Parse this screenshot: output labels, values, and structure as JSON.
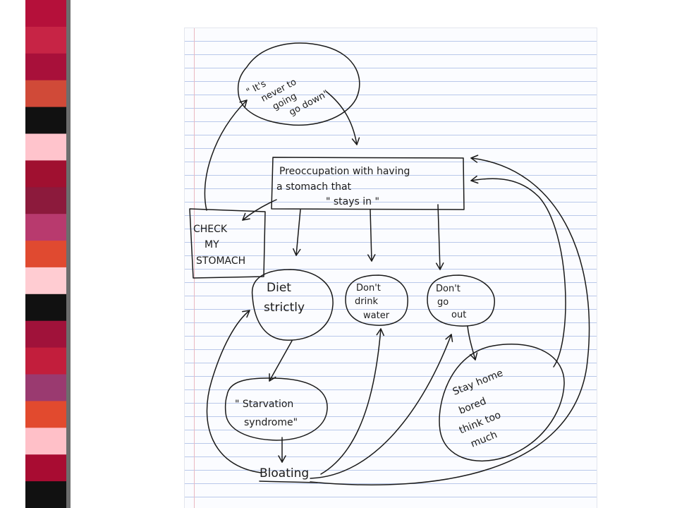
{
  "palette": {
    "stripes": [
      "#b5103a",
      "#c72445",
      "#a8103a",
      "#d04a38",
      "#111111",
      "#ffc4cc",
      "#a01030",
      "#8c1a3c",
      "#b83a6e",
      "#e04a30",
      "#ffccd2",
      "#111111",
      "#a0123a",
      "#c21e3c",
      "#9a3a70",
      "#e24a2e",
      "#ffc0c8",
      "#a80c32",
      "#111111"
    ],
    "ink": "#1a1a1a",
    "paper_line": "#b9c8ea",
    "paper_margin": "#e9b9c2"
  },
  "diagram": {
    "thought_bubble": {
      "lines": [
        "\" It's",
        "never to",
        "going",
        "go down\""
      ]
    },
    "preoccupation_box": {
      "lines": [
        "Preoccupation with having",
        "a stomach that",
        "\" stays  in \""
      ]
    },
    "check_box": {
      "lines": [
        "CHECK",
        "MY",
        "STOMACH"
      ]
    },
    "diet": {
      "lines": [
        "Diet",
        "strictly"
      ]
    },
    "dont_drink": {
      "lines": [
        "Don't",
        "drink",
        "water"
      ]
    },
    "dont_go_out": {
      "lines": [
        "Don't",
        "go",
        "out"
      ]
    },
    "starvation": {
      "lines": [
        "\" Starvation",
        "syndrome\""
      ]
    },
    "bloating": {
      "label": "Bloating"
    },
    "stay_home": {
      "lines": [
        "Stay home",
        "bored",
        "think too",
        "much"
      ]
    }
  }
}
